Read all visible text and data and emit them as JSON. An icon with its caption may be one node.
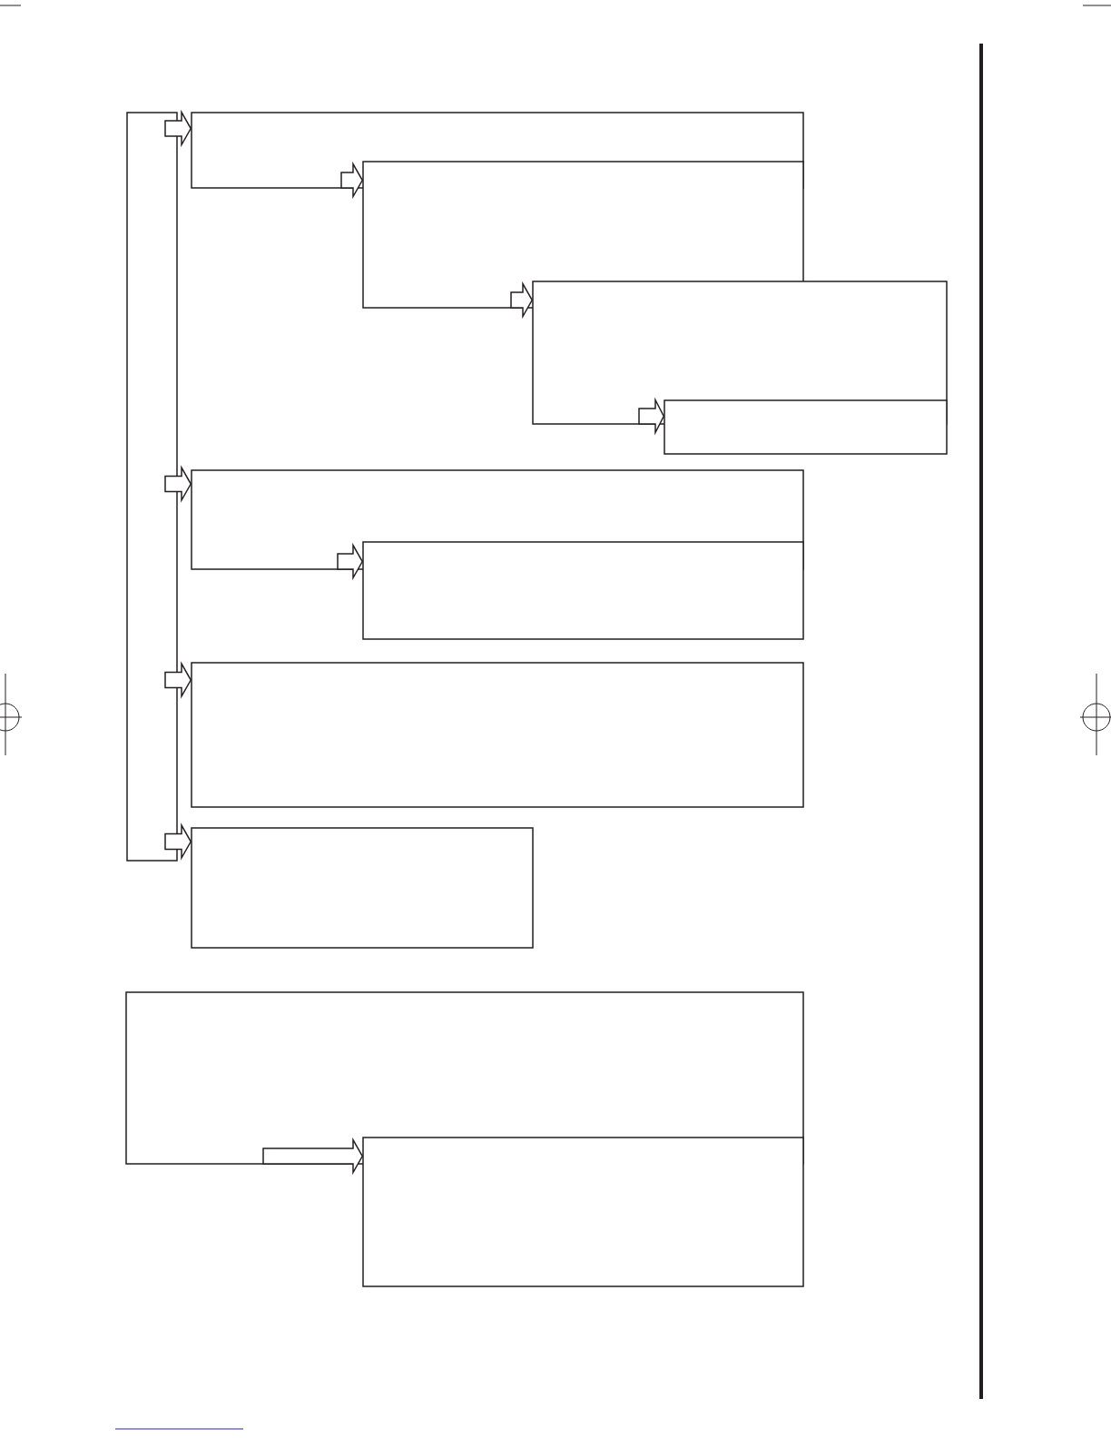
{
  "diagram": {
    "nodes": [
      {
        "text": [],
        "shape": "box"
      },
      {
        "text": [],
        "shape": "box"
      },
      {
        "text": [],
        "shape": "box"
      },
      {
        "text": [],
        "shape": "box"
      },
      {
        "text": [],
        "shape": "box"
      },
      {
        "text": [],
        "shape": "box"
      },
      {
        "text": [],
        "shape": "box"
      },
      {
        "text": [],
        "shape": "box"
      },
      {
        "text": [],
        "shape": "box"
      },
      {
        "text": [],
        "shape": "box"
      },
      {
        "text": [],
        "shape": "box"
      }
    ],
    "edges": [
      {
        "from": 0,
        "to": 1,
        "arrow": "to"
      },
      {
        "from": 1,
        "to": 2,
        "arrow": "to"
      },
      {
        "from": 2,
        "to": 3,
        "arrow": "to"
      },
      {
        "from": 3,
        "to": 4,
        "arrow": "to"
      },
      {
        "from": 0,
        "to": 5,
        "arrow": "to"
      },
      {
        "from": 5,
        "to": 6,
        "arrow": "to"
      },
      {
        "from": 0,
        "to": 7,
        "arrow": "to"
      },
      {
        "from": 0,
        "to": 8,
        "arrow": "to"
      },
      {
        "from": 9,
        "to": 10,
        "arrow": "to"
      }
    ]
  }
}
